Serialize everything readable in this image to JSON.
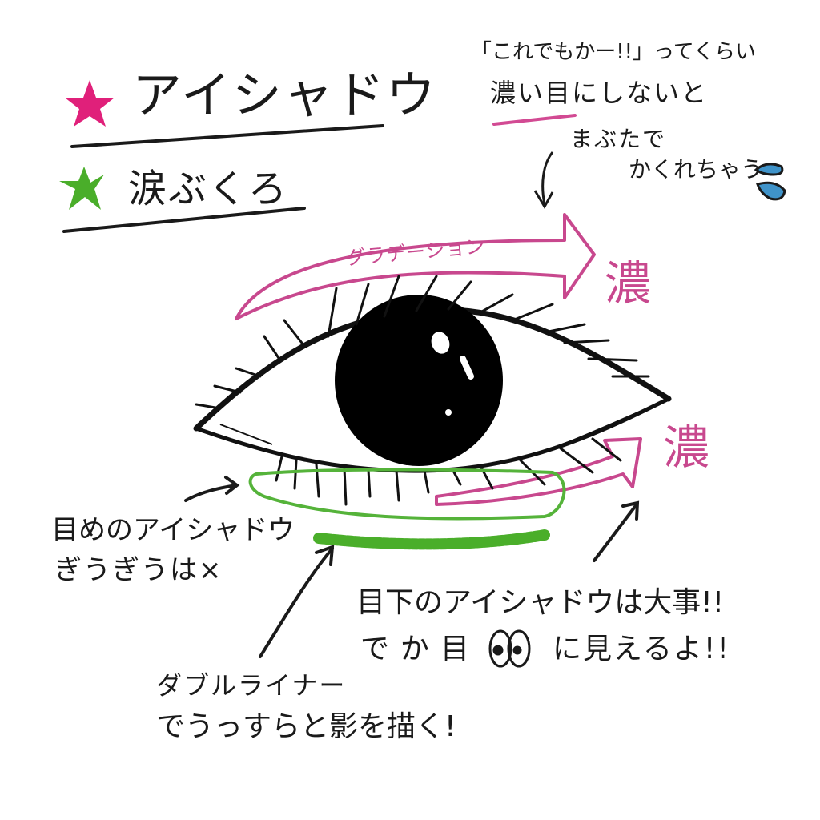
{
  "colors": {
    "ink": "#1a1a1a",
    "pink_star": "#e0207a",
    "pink_crayon": "#c8488e",
    "green": "#4aae2a",
    "tear_blue": "#3f93c9"
  },
  "legend": {
    "items": [
      {
        "icon": "pink-star",
        "label": "アイシャドウ"
      },
      {
        "icon": "green-star",
        "label": "涙ぶくろ"
      }
    ]
  },
  "notes": {
    "top_right": {
      "line1": "「これでもかー!!」ってくらい",
      "line2": "濃い目にしないと",
      "line3": "まぶたで",
      "line4": "かくれちゃう",
      "emphasis": "濃い目",
      "icon": "sweat-drops"
    },
    "gradation_label": "グラデーション",
    "dark_upper": "濃",
    "dark_lower": "濃",
    "left_note": {
      "line1": "目めのアイシャドウ",
      "line2": "ぎうぎうは×"
    },
    "lower_right_note": {
      "line1": "目下のアイシャドウは大事!!",
      "line2_prefix": "でか目",
      "line2_suffix": "に見えるよ!!",
      "icon": "googly-eyes"
    },
    "bottom_note": {
      "line1": "ダブルライナー",
      "line2": "でうっすらと影を描く!"
    }
  }
}
